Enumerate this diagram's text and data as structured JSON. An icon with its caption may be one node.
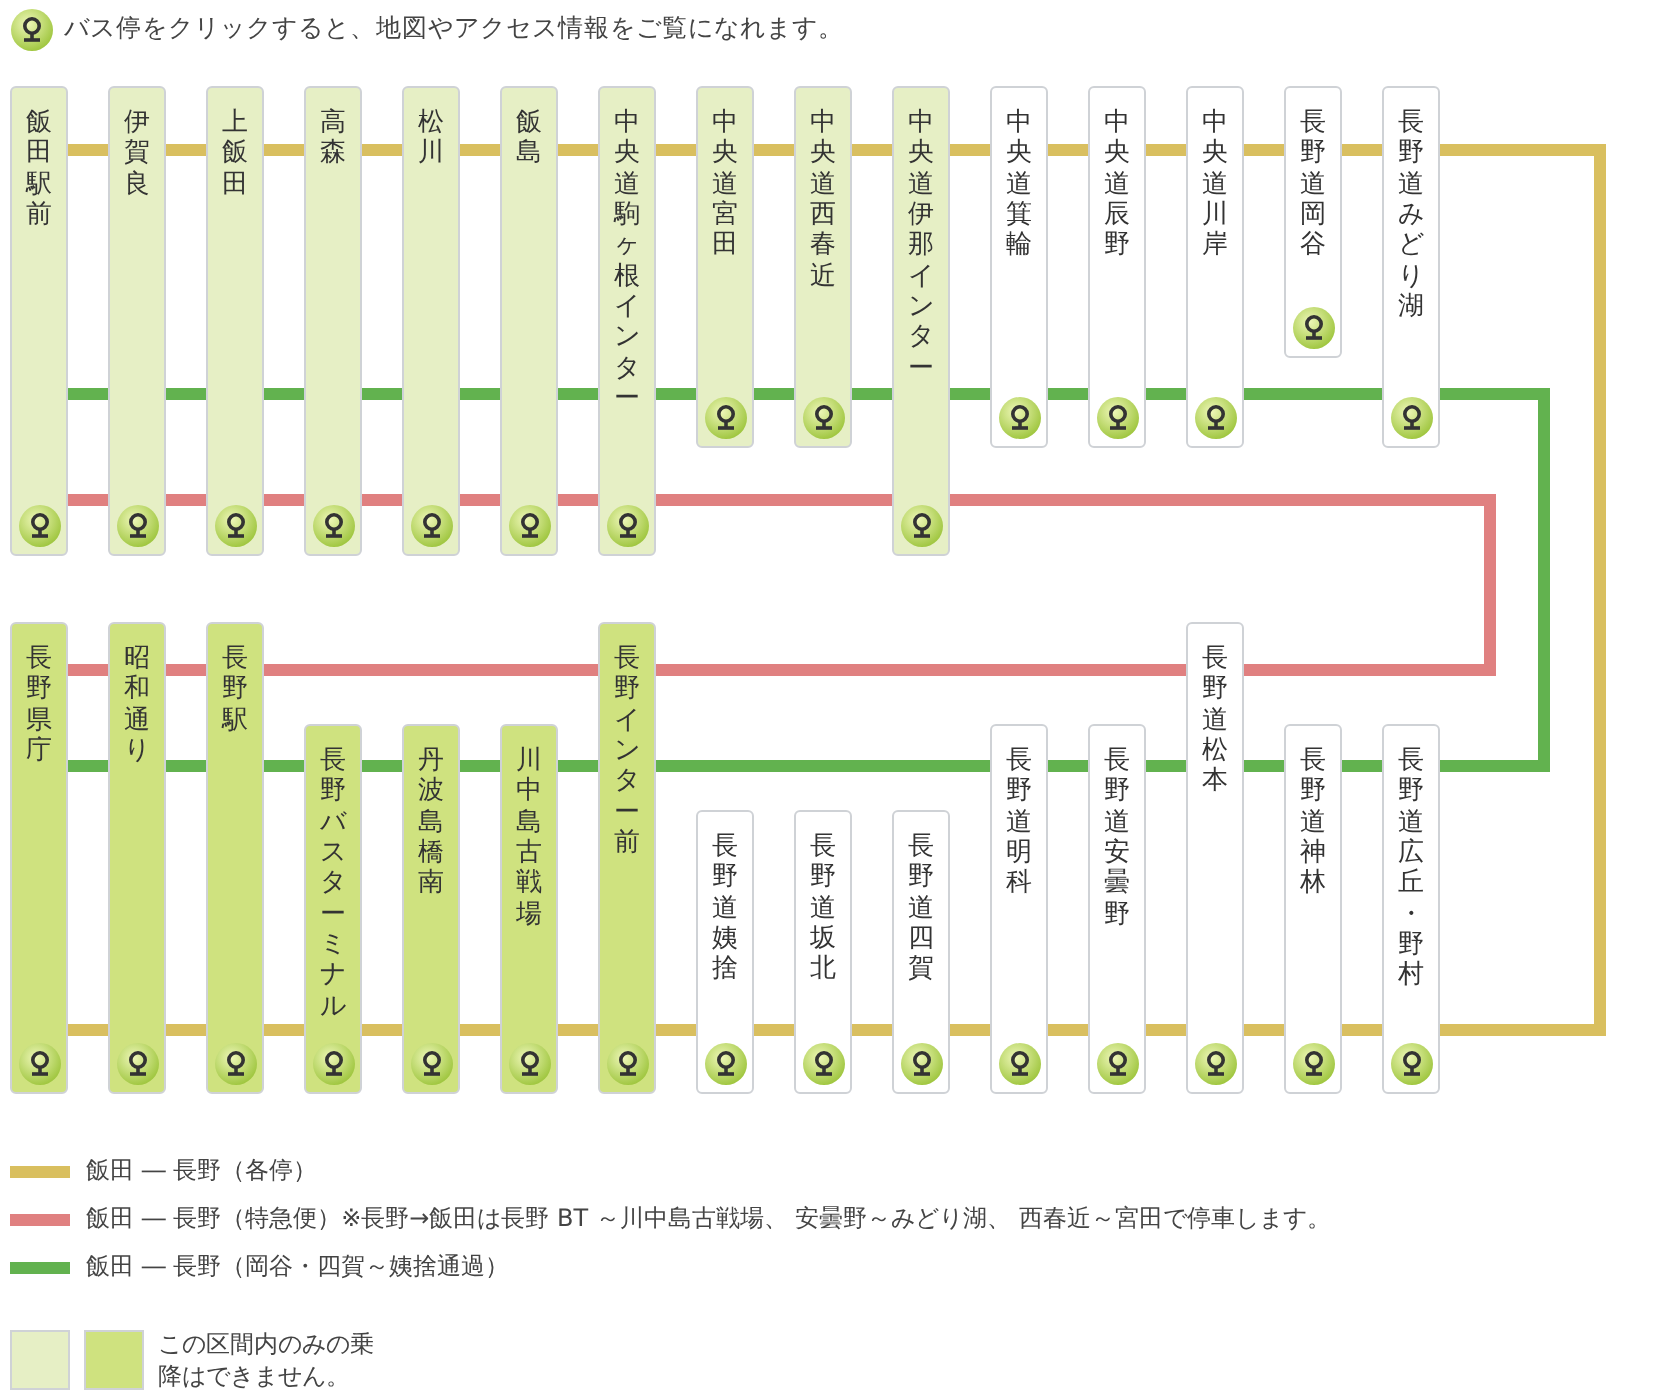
{
  "diagram": {
    "nodes": [
      {
        "text": [
          "飯田駅前"
        ]
      },
      {
        "text": [
          "伊賀良"
        ]
      },
      {
        "text": [
          "上飯田"
        ]
      },
      {
        "text": [
          "高森"
        ]
      },
      {
        "text": [
          "松川"
        ]
      },
      {
        "text": [
          "飯島"
        ]
      },
      {
        "text": [
          "中央道駒ヶ根インター"
        ]
      },
      {
        "text": [
          "中央道宮田"
        ]
      },
      {
        "text": [
          "中央道西春近"
        ]
      },
      {
        "text": [
          "中央道伊那インター"
        ]
      },
      {
        "text": [
          "中央道箕輪"
        ]
      },
      {
        "text": [
          "中央道辰野"
        ]
      },
      {
        "text": [
          "中央道川岸"
        ]
      },
      {
        "text": [
          "長野道岡谷"
        ]
      },
      {
        "text": [
          "長野道みどり湖"
        ]
      },
      {
        "text": [
          "長野県庁"
        ]
      },
      {
        "text": [
          "昭和通り"
        ]
      },
      {
        "text": [
          "長野駅"
        ]
      },
      {
        "text": [
          "長野バスターミナル"
        ]
      },
      {
        "text": [
          "丹波島橋南"
        ]
      },
      {
        "text": [
          "川中島古戦場"
        ]
      },
      {
        "text": [
          "長野インター前"
        ]
      },
      {
        "text": [
          "長野道姨捨"
        ]
      },
      {
        "text": [
          "長野道坂北"
        ]
      },
      {
        "text": [
          "長野道四賀"
        ]
      },
      {
        "text": [
          "長野道明科"
        ]
      },
      {
        "text": [
          "長野道安曇野"
        ]
      },
      {
        "text": [
          "長野道松本"
        ]
      },
      {
        "text": [
          "長野道神林"
        ]
      },
      {
        "text": [
          "長野道広丘・野村"
        ]
      }
    ],
    "edges": [
      {
        "from": 0,
        "to": 1,
        "arrow": "none"
      },
      {
        "from": 1,
        "to": 2,
        "arrow": "none"
      },
      {
        "from": 2,
        "to": 3,
        "arrow": "none"
      },
      {
        "from": 3,
        "to": 4,
        "arrow": "none"
      },
      {
        "from": 4,
        "to": 5,
        "arrow": "none"
      },
      {
        "from": 5,
        "to": 6,
        "arrow": "none"
      },
      {
        "from": 6,
        "to": 7,
        "arrow": "none"
      },
      {
        "from": 7,
        "to": 8,
        "arrow": "none"
      },
      {
        "from": 8,
        "to": 9,
        "arrow": "none"
      },
      {
        "from": 9,
        "to": 10,
        "arrow": "none"
      },
      {
        "from": 10,
        "to": 11,
        "arrow": "none"
      },
      {
        "from": 11,
        "to": 12,
        "arrow": "none"
      },
      {
        "from": 12,
        "to": 13,
        "arrow": "none"
      },
      {
        "from": 13,
        "to": 14,
        "arrow": "none"
      },
      {
        "from": 14,
        "to": 29,
        "arrow": "none"
      },
      {
        "from": 29,
        "to": 28,
        "arrow": "none"
      },
      {
        "from": 28,
        "to": 27,
        "arrow": "none"
      },
      {
        "from": 27,
        "to": 26,
        "arrow": "none"
      },
      {
        "from": 26,
        "to": 25,
        "arrow": "none"
      },
      {
        "from": 25,
        "to": 24,
        "arrow": "none"
      },
      {
        "from": 24,
        "to": 23,
        "arrow": "none"
      },
      {
        "from": 23,
        "to": 22,
        "arrow": "none"
      },
      {
        "from": 22,
        "to": 21,
        "arrow": "none"
      },
      {
        "from": 21,
        "to": 20,
        "arrow": "none"
      },
      {
        "from": 20,
        "to": 19,
        "arrow": "none"
      },
      {
        "from": 19,
        "to": 18,
        "arrow": "none"
      },
      {
        "from": 18,
        "to": 17,
        "arrow": "none"
      },
      {
        "from": 17,
        "to": 16,
        "arrow": "none"
      },
      {
        "from": 16,
        "to": 15,
        "arrow": "none"
      },
      {
        "from": 0,
        "to": 1,
        "arrow": "none",
        "color": "#e08080"
      },
      {
        "from": 1,
        "to": 2,
        "arrow": "none",
        "color": "#e08080"
      },
      {
        "from": 2,
        "to": 3,
        "arrow": "none",
        "color": "#e08080"
      },
      {
        "from": 3,
        "to": 4,
        "arrow": "none",
        "color": "#e08080"
      },
      {
        "from": 4,
        "to": 5,
        "arrow": "none",
        "color": "#e08080"
      },
      {
        "from": 5,
        "to": 6,
        "arrow": "none",
        "color": "#e08080"
      },
      {
        "from": 6,
        "to": 9,
        "arrow": "none",
        "color": "#e08080"
      },
      {
        "from": 9,
        "to": 27,
        "arrow": "none",
        "color": "#e08080"
      },
      {
        "from": 27,
        "to": 21,
        "arrow": "none",
        "color": "#e08080"
      },
      {
        "from": 21,
        "to": 17,
        "arrow": "none",
        "color": "#e08080"
      },
      {
        "from": 17,
        "to": 16,
        "arrow": "none",
        "color": "#e08080"
      },
      {
        "from": 16,
        "to": 15,
        "arrow": "none",
        "color": "#e08080"
      },
      {
        "from": 0,
        "to": 1,
        "arrow": "none",
        "color": "#62b24f"
      },
      {
        "from": 1,
        "to": 2,
        "arrow": "none",
        "color": "#62b24f"
      },
      {
        "from": 2,
        "to": 3,
        "arrow": "none",
        "color": "#62b24f"
      },
      {
        "from": 3,
        "to": 4,
        "arrow": "none",
        "color": "#62b24f"
      },
      {
        "from": 4,
        "to": 5,
        "arrow": "none",
        "color": "#62b24f"
      },
      {
        "from": 5,
        "to": 6,
        "arrow": "none",
        "color": "#62b24f"
      },
      {
        "from": 6,
        "to": 7,
        "arrow": "none",
        "color": "#62b24f"
      },
      {
        "from": 7,
        "to": 8,
        "arrow": "none",
        "color": "#62b24f"
      },
      {
        "from": 8,
        "to": 9,
        "arrow": "none",
        "color": "#62b24f"
      },
      {
        "from": 9,
        "to": 10,
        "arrow": "none",
        "color": "#62b24f"
      },
      {
        "from": 10,
        "to": 11,
        "arrow": "none",
        "color": "#62b24f"
      },
      {
        "from": 11,
        "to": 12,
        "arrow": "none",
        "color": "#62b24f"
      },
      {
        "from": 12,
        "to": 14,
        "arrow": "none",
        "color": "#62b24f"
      },
      {
        "from": 14,
        "to": 29,
        "arrow": "none",
        "color": "#62b24f"
      },
      {
        "from": 29,
        "to": 28,
        "arrow": "none",
        "color": "#62b24f"
      },
      {
        "from": 28,
        "to": 27,
        "arrow": "none",
        "color": "#62b24f"
      },
      {
        "from": 27,
        "to": 26,
        "arrow": "none",
        "color": "#62b24f"
      },
      {
        "from": 26,
        "to": 25,
        "arrow": "none",
        "color": "#62b24f"
      },
      {
        "from": 25,
        "to": 21,
        "arrow": "none",
        "color": "#62b24f"
      },
      {
        "from": 21,
        "to": 20,
        "arrow": "none",
        "color": "#62b24f"
      },
      {
        "from": 20,
        "to": 19,
        "arrow": "none",
        "color": "#62b24f"
      },
      {
        "from": 19,
        "to": 18,
        "arrow": "none",
        "color": "#62b24f"
      },
      {
        "from": 18,
        "to": 17,
        "arrow": "none",
        "color": "#62b24f"
      },
      {
        "from": 17,
        "to": 16,
        "arrow": "none",
        "color": "#62b24f"
      },
      {
        "from": 16,
        "to": 15,
        "arrow": "none",
        "color": "#62b24f"
      }
    ],
    "labels": [
      "バス停をクリックすると、地図やアクセス情報をご覧になれます。"
    ],
    "legend": [
      {
        "text": "飯田 ― 長野（各停）",
        "color": "#d9bf5f"
      },
      {
        "text": "飯田 ― 長野（特急便）※長野→飯田は長野 BT ～川中島古戦場、 安曇野～みどり湖、 西春近～宮田で停車します。",
        "color": "#e08080"
      },
      {
        "text": "飯田 ― 長野（岡谷・四賀～姨捨通過）",
        "color": "#62b24f"
      },
      {
        "text": "この区間内のみの乗降はできません。",
        "color": "#e6efc5"
      }
    ]
  }
}
